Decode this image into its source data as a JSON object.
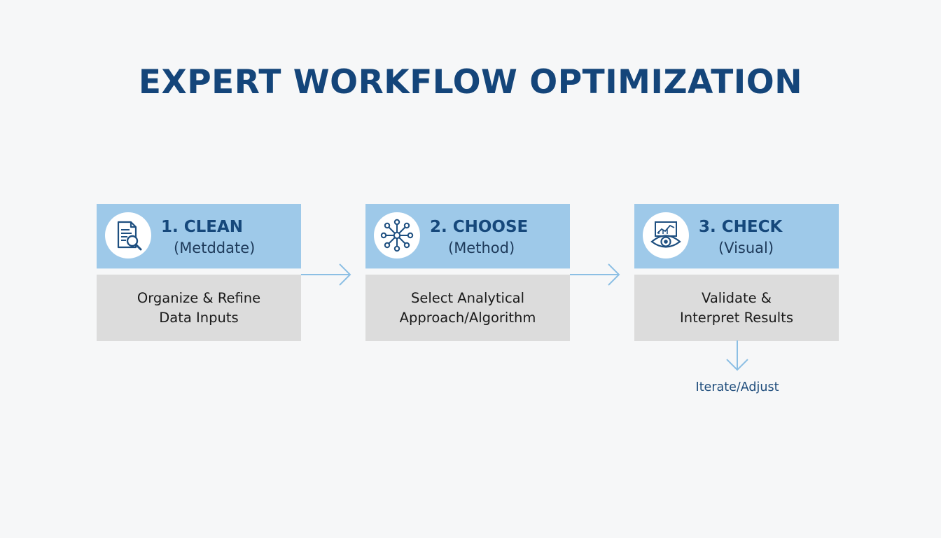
{
  "title": "EXPERT WORKFLOW OPTIMIZATION",
  "colors": {
    "title": "#14457a",
    "header_bg": "#9ec9e9",
    "body_bg": "#dcdcdc",
    "arrow": "#8cbfe4",
    "icon": "#1e4f80"
  },
  "steps": [
    {
      "icon": "document-search-icon",
      "title": "1. CLEAN",
      "subtitle": "(Metddate)",
      "description_line1": "Organize & Refine",
      "description_line2": "Data Inputs"
    },
    {
      "icon": "network-nodes-icon",
      "title": "2. CHOOSE",
      "subtitle": "(Method)",
      "description_line1": "Select Analytical",
      "description_line2": "Approach/Algorithm"
    },
    {
      "icon": "chart-eye-icon",
      "title": "3. CHECK",
      "subtitle": "(Visual)",
      "description_line1": "Validate &",
      "description_line2": "Interpret Results"
    }
  ],
  "iterate_label": "Iterate/Adjust"
}
